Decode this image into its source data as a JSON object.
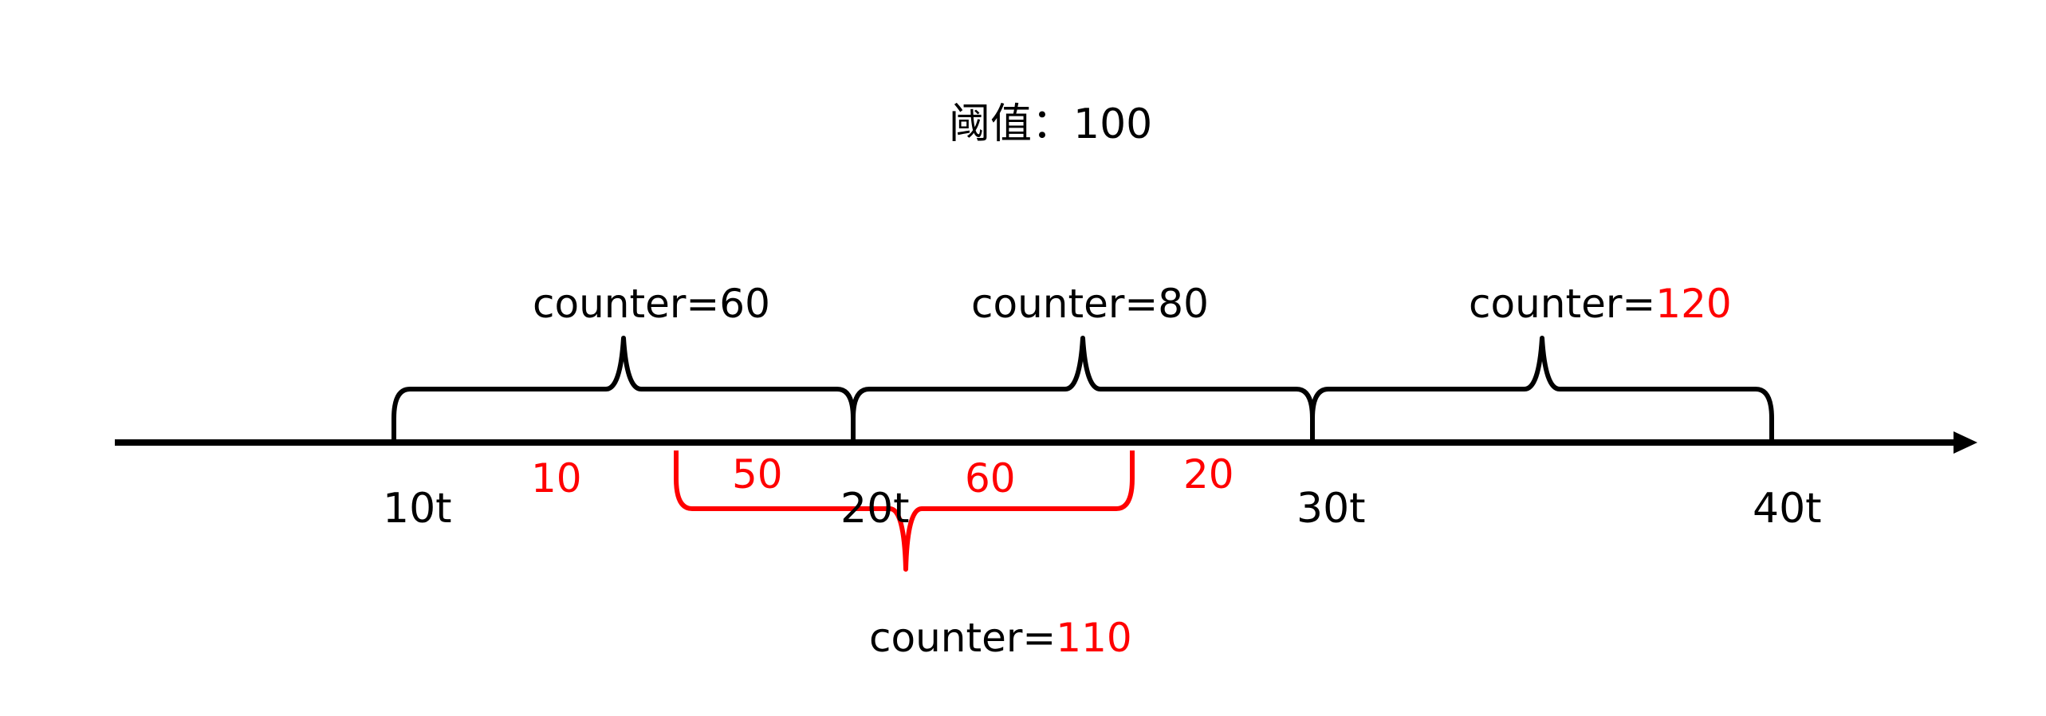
{
  "title": "阈值：100",
  "windows": [
    {
      "prefix": "counter=",
      "value": "60",
      "value_color": "#000000"
    },
    {
      "prefix": "counter=",
      "value": "80",
      "value_color": "#000000"
    },
    {
      "prefix": "counter=",
      "value": "120",
      "value_color": "#FF0000"
    }
  ],
  "sliding_window": {
    "prefix": "counter=",
    "value": "110",
    "value_color": "#FF0000"
  },
  "segment_counts": [
    "10",
    "50",
    "60",
    "20"
  ],
  "ticks": [
    "10t",
    "20t",
    "30t",
    "40t"
  ],
  "colors": {
    "axis": "#000000",
    "window_brace": "#000000",
    "sliding_brace": "#FF0000",
    "highlight_text": "#FF0000"
  }
}
